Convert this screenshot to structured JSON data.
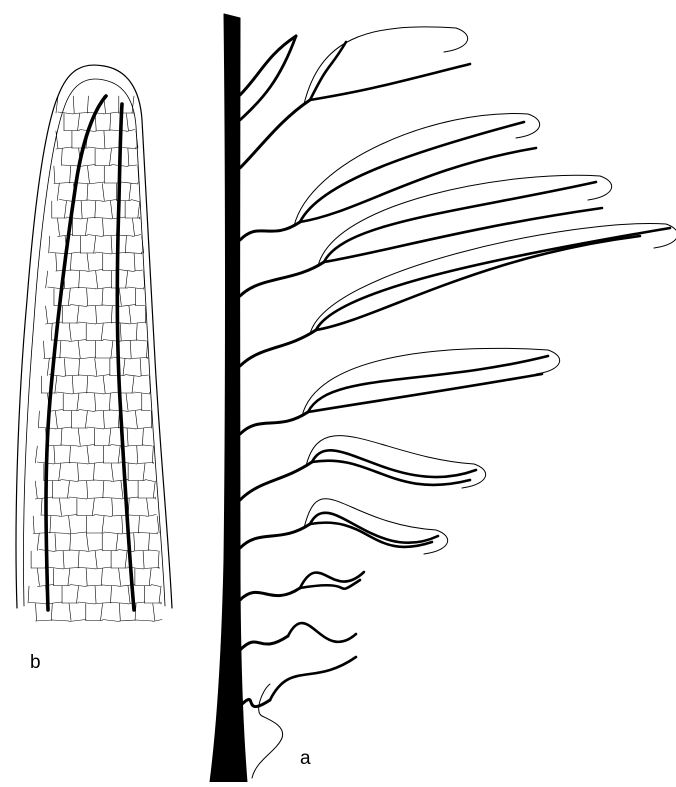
{
  "figure": {
    "labels": {
      "panel_a": "a",
      "panel_b": "b"
    },
    "panels": [
      {
        "id": "a",
        "subject": "pinnate-frond-venation-drawing"
      },
      {
        "id": "b",
        "subject": "pinnule-tip-reticulate-venation-drawing"
      }
    ],
    "colors": {
      "ink": "#000000",
      "background": "#ffffff"
    }
  }
}
